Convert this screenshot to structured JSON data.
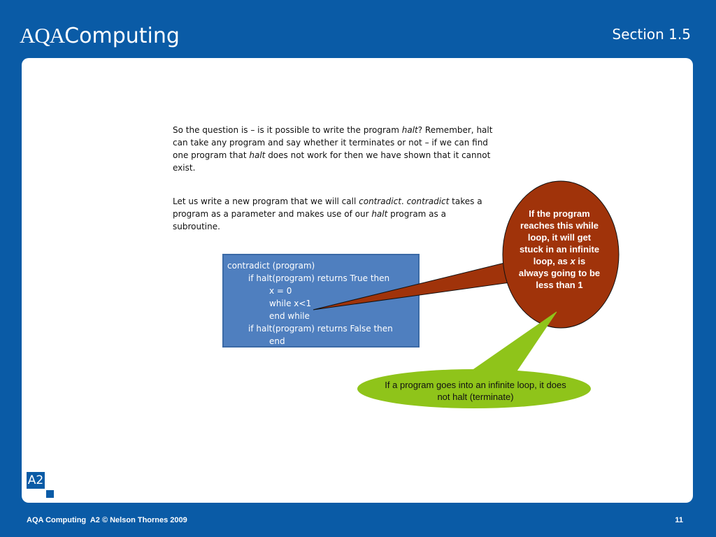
{
  "header": {
    "logo_aqa": "AQA",
    "logo_computing": "Computing",
    "section": "Section 1.5"
  },
  "body": {
    "para1": {
      "t1": "So the question is – is it possible to write the program ",
      "halt1": "halt",
      "t2": "?  Remember, halt can take any program and say whether it terminates or not – if we can find one program that ",
      "halt2": "halt",
      "t3": " does not work for then we have shown that it cannot exist."
    },
    "para2": {
      "t1": "Let us write a new program that we will call ",
      "contradict1": "contradict",
      "t2": ".  ",
      "contradict2": "contradict",
      "t3": " takes a program as a parameter and makes use of our ",
      "halt": "halt",
      "t4": " program as a subroutine."
    },
    "code_lines": [
      "contradict (program)",
      "if halt(program) returns True then",
      "x = 0",
      "while x<1",
      "end while",
      "if halt(program) returns False then",
      "end"
    ]
  },
  "callouts": {
    "red": {
      "t1": "If the program reaches this while loop, it will get stuck in an infinite loop, as ",
      "x": "x",
      "t2": " is always going to be less than 1",
      "fill": "#a0330a"
    },
    "green": {
      "text": "If a program goes into an infinite loop, it does not halt (terminate)",
      "fill": "#8fc41a"
    }
  },
  "footer": {
    "badge": "A2",
    "left": "AQA Computing  A2 © Nelson Thornes 2009",
    "page": "11"
  },
  "colors": {
    "brand_blue": "#0a5ba6",
    "code_box": "#4f7fbf"
  }
}
